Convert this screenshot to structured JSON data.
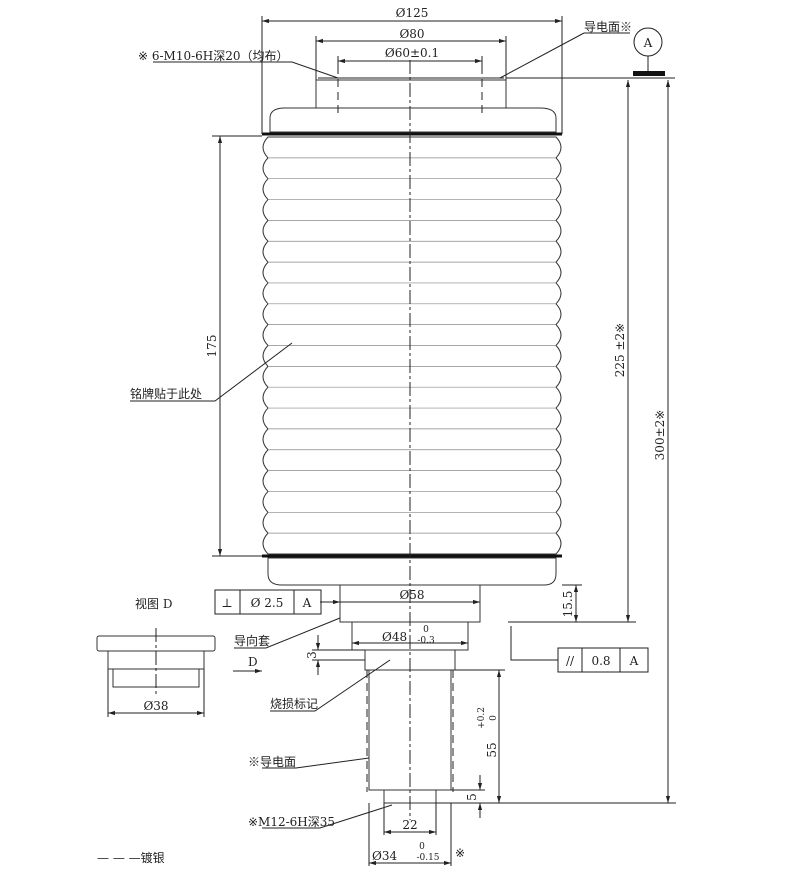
{
  "drawing": {
    "dim_d125": "Ø125",
    "dim_d80": "Ø80",
    "dim_d60": "Ø60±0.1",
    "note_thread_top": "※ 6-M10-6H深20（均布）",
    "note_conductive_top": "导电面※",
    "datum_label": "A",
    "dim_175": "175",
    "note_nameplate": "铭牌贴于此处",
    "dim_225": "225 ±2※",
    "dim_300": "300±2※",
    "view_d_title": "视图 D",
    "perp_tol": {
      "symbol": "⊥",
      "value": "Ø 2.5",
      "datum": "A"
    },
    "dim_d58": "Ø58",
    "dim_15_5": "15.5",
    "note_guide_sleeve": "导向套",
    "view_arrow_label": "D",
    "dim_3": "3",
    "dim_d48": "Ø48",
    "dim_d48_upper": "0",
    "dim_d48_lower": "-0.3",
    "parallel_tol": {
      "symbol": "//",
      "value": "0.8",
      "datum": "A"
    },
    "note_wear_mark": "烧损标记",
    "dim_55": "55",
    "dim_55_upper": "+0.2",
    "dim_55_lower": "0",
    "note_conductive_bottom": "※导电面",
    "dim_5": "5",
    "note_thread_bottom": "※M12-6H深35",
    "dim_22": "22",
    "dim_d34": "Ø34",
    "dim_d34_upper": "0",
    "dim_d34_lower": "-0.15",
    "dim_d34_mark": "※",
    "dim_d38": "Ø38",
    "legend_silver": "— — —镀银"
  }
}
